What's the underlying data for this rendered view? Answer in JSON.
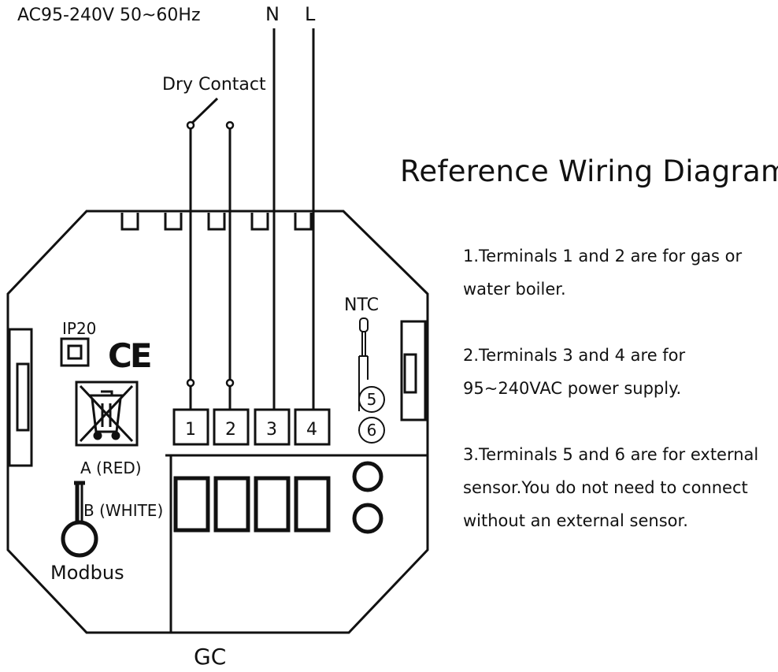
{
  "supply_label": "AC95-240V  50~60Hz",
  "neutral_label": "N",
  "live_label": "L",
  "dry_contact_label": "Dry Contact",
  "ip_label": "IP20",
  "ce_label": "CE",
  "ntc_label": "NTC",
  "terminals": [
    "1",
    "2",
    "3",
    "4"
  ],
  "sensor_terminals": [
    "5",
    "6"
  ],
  "a_label": "A (RED)",
  "b_label": "B (WHITE)",
  "modbus_label": "Modbus",
  "gc_label": "GC",
  "title": "Reference Wiring Diagram",
  "notes": [
    {
      "line1": "1.Terminals 1 and 2 are for gas or",
      "line2": "water boiler."
    },
    {
      "line1": "2.Terminals 3 and 4 are for",
      "line2": "95~240VAC power supply."
    },
    {
      "line1": "3.Terminals 5 and 6 are for external",
      "line2": "sensor.You do not need to connect",
      "line3": "without an external sensor."
    }
  ]
}
